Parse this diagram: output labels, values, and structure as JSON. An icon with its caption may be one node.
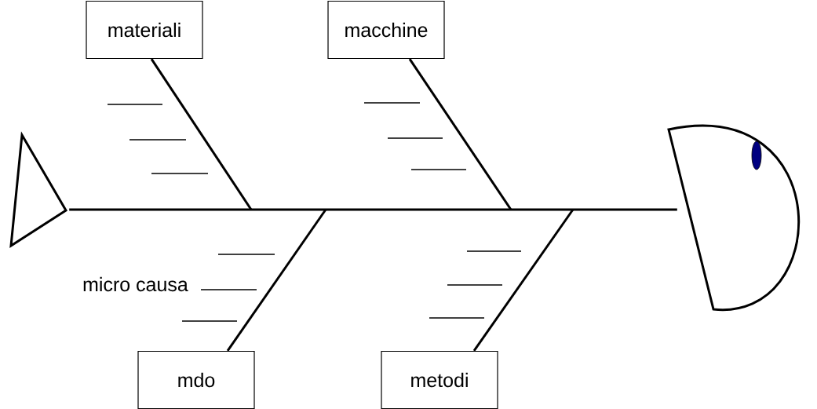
{
  "diagram": {
    "nodes": [
      {
        "text": [
          "materiali"
        ]
      },
      {
        "text": [
          "macchine"
        ]
      },
      {
        "text": [
          "mdo"
        ]
      },
      {
        "text": [
          "metodi"
        ]
      },
      {
        "text": [],
        "shape": "triangle"
      },
      {
        "text": [],
        "shape": "semicircle"
      }
    ],
    "edges": [
      {
        "from": 4,
        "to": 5,
        "arrow": "none"
      },
      {
        "from": 0,
        "to": null,
        "arrow": "none"
      },
      {
        "from": 1,
        "to": null,
        "arrow": "none"
      },
      {
        "from": 2,
        "to": null,
        "arrow": "none"
      },
      {
        "from": 3,
        "to": null,
        "arrow": "none"
      }
    ],
    "labels": [
      "micro causa"
    ]
  }
}
